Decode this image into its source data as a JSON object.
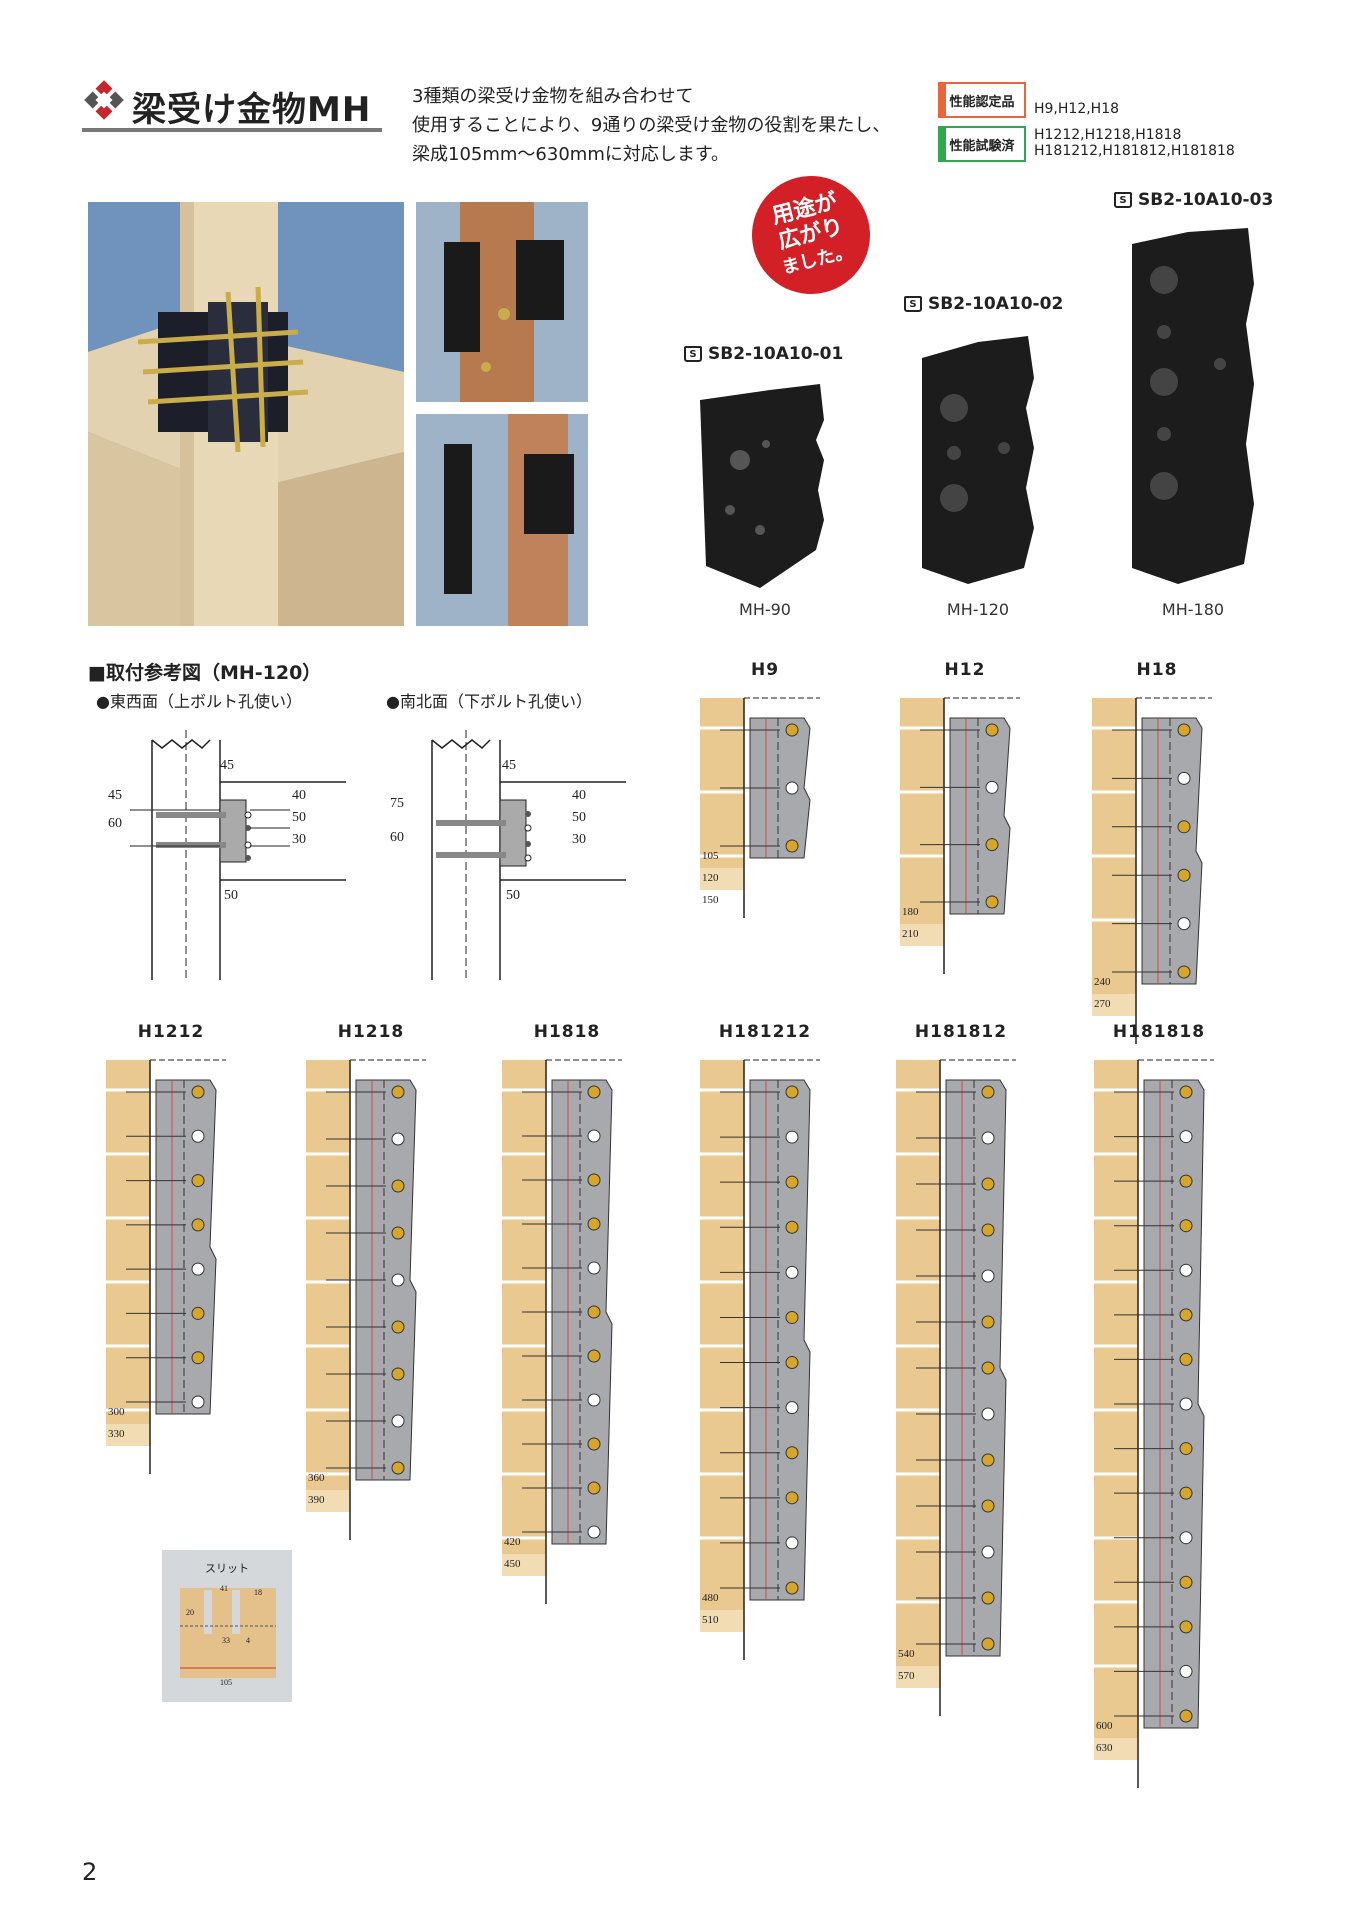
{
  "header": {
    "title": "梁受け金物MH",
    "intro_lines": [
      "3種類の梁受け金物を組み合わせて",
      "使用することにより、9通りの梁受け金物の役割を果たし、",
      "梁成105mm〜630mmに対応します。"
    ]
  },
  "certifications": [
    {
      "label": "性能認定品",
      "value_lines": [
        "H9,H12,H18"
      ],
      "color": "#e9663c"
    },
    {
      "label": "性能試験済",
      "value_lines": [
        "H1212,H1218,H1818",
        "H181212,H181812,H181818"
      ],
      "color": "#2fa84f"
    }
  ],
  "badge": {
    "lines": [
      "用途が",
      "広がり",
      "ました。"
    ],
    "color": "#d32027"
  },
  "products": [
    {
      "code": "SB2-10A10-01",
      "name": "MH-90"
    },
    {
      "code": "SB2-10A10-02",
      "name": "MH-120"
    },
    {
      "code": "SB2-10A10-03",
      "name": "MH-180"
    }
  ],
  "reference": {
    "title": "■取付参考図（MH-120）",
    "east_west": {
      "title": "●東西面（上ボルト孔使い）",
      "dims": {
        "top": "45",
        "left1": "45",
        "left2": "60",
        "right1": "40",
        "right2": "50",
        "right3": "30",
        "bottom": "50"
      }
    },
    "north_south": {
      "title": "●南北面（下ボルト孔使い）",
      "dims": {
        "top": "45",
        "left1": "75",
        "left2": "60",
        "right1": "40",
        "right2": "50",
        "right3": "30",
        "bottom": "50"
      }
    }
  },
  "configs_row1": [
    {
      "name": "H9",
      "heights": [
        "105",
        "120",
        "150"
      ]
    },
    {
      "name": "H12",
      "heights": [
        "180",
        "210"
      ]
    },
    {
      "name": "H18",
      "heights": [
        "240",
        "270"
      ]
    }
  ],
  "configs_row2": [
    {
      "name": "H1212",
      "heights": [
        "300",
        "330"
      ]
    },
    {
      "name": "H1218",
      "heights": [
        "360",
        "390"
      ]
    },
    {
      "name": "H1818",
      "heights": [
        "420",
        "450"
      ]
    },
    {
      "name": "H181212",
      "heights": [
        "480",
        "510"
      ]
    },
    {
      "name": "H181812",
      "heights": [
        "540",
        "570"
      ]
    },
    {
      "name": "H181818",
      "heights": [
        "600",
        "630"
      ]
    }
  ],
  "slit": {
    "title": "スリット",
    "dims": [
      "41",
      "18",
      "20",
      "33",
      "4",
      "105"
    ]
  },
  "footer": {
    "page_number": "2"
  }
}
